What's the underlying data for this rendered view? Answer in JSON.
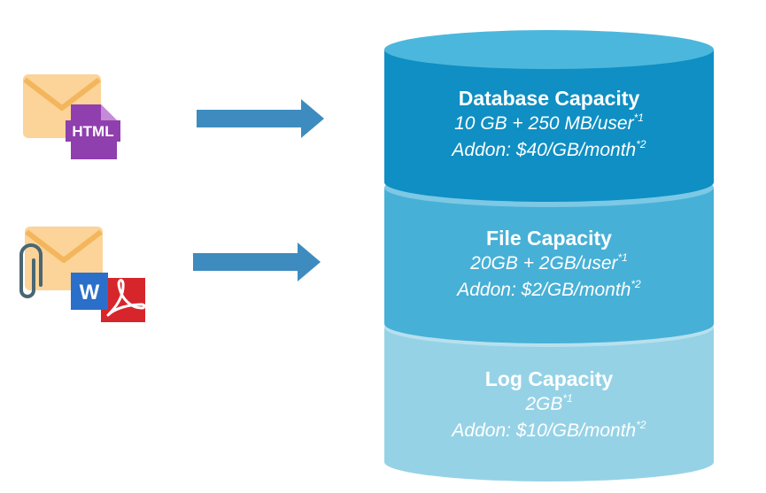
{
  "tiers": [
    {
      "title": "Database Capacity",
      "line1": "10 GB + 250 MB/user",
      "line1_note": "*1",
      "line2": "Addon: $40/GB/month",
      "line2_note": "*2",
      "color": "#0f8fc3"
    },
    {
      "title": "File Capacity",
      "line1": "20GB + 2GB/user",
      "line1_note": "*1",
      "line2": "Addon: $2/GB/month",
      "line2_note": "*2",
      "color": "#47b0d6"
    },
    {
      "title": "Log Capacity",
      "line1": "2GB",
      "line1_note": "*1",
      "line2": "Addon: $10/GB/month",
      "line2_note": "*2",
      "color": "#96d2e6"
    }
  ],
  "icons": {
    "email_html_badge": "HTML",
    "word_badge": "W"
  },
  "colors": {
    "arrow": "#3e8cbf",
    "envelope": "#fcd398",
    "envelope_flap": "#f8c77d",
    "html_doc": "#8f3fae",
    "word": "#2a6fc9",
    "pdf": "#d7252c",
    "clip": "#4a6672"
  }
}
